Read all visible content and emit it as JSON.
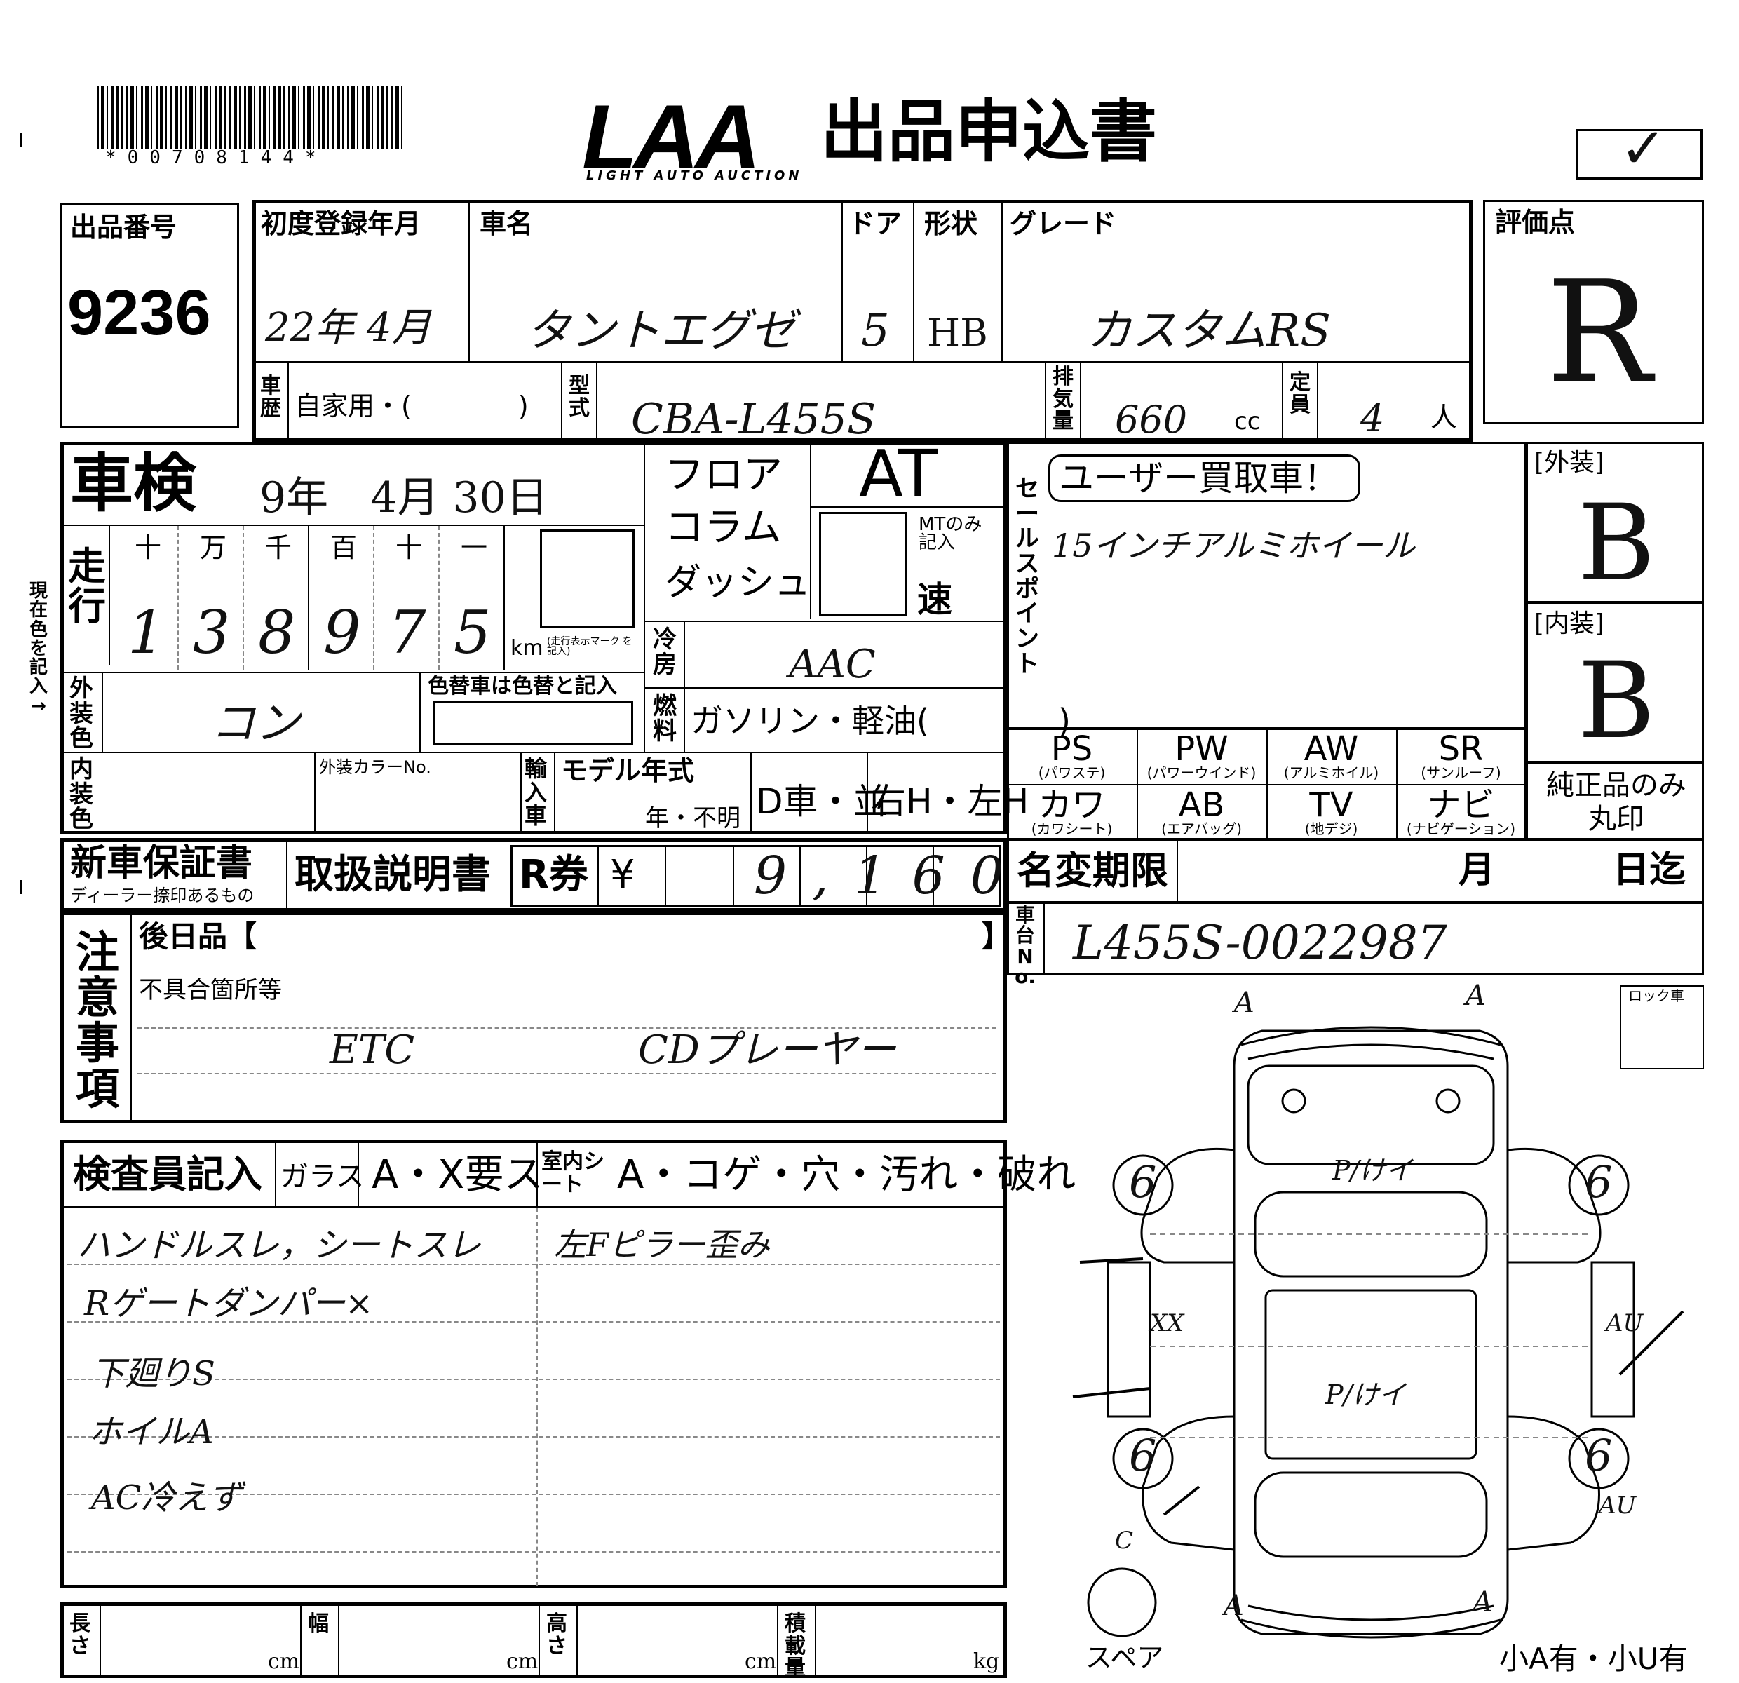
{
  "header": {
    "barcode_number": "*00708144*",
    "logo_text": "LAA",
    "logo_subtitle": "LIGHT AUTO AUCTION",
    "form_title": "出品申込書",
    "check_mark": "✓"
  },
  "lot": {
    "label": "出品番号",
    "value": "9236"
  },
  "vehicle": {
    "first_reg_label": "初度登録年月",
    "first_reg_value": "22年 4月",
    "name_label": "車名",
    "name_value": "タントエグゼ",
    "door_label": "ドア",
    "door_value": "5",
    "shape_label": "形状",
    "shape_value": "HB",
    "grade_label": "グレード",
    "grade_value": "カスタムRS",
    "history_label": "車歴",
    "history_value": "自家用・(　　　　)",
    "model_label": "型式",
    "model_value": "CBA-L455S",
    "displacement_label": "排気量",
    "displacement_value": "660",
    "displacement_unit": "cc",
    "capacity_label": "定員",
    "capacity_value": "4",
    "capacity_unit": "人"
  },
  "score": {
    "label": "評価点",
    "value": "R"
  },
  "shaken": {
    "label": "車検",
    "value": "9年　4月 30日"
  },
  "mileage": {
    "label": "走行",
    "digit_headers": [
      "十",
      "万",
      "千",
      "百",
      "十",
      "一"
    ],
    "digits": [
      "1",
      "3",
      "8",
      "9",
      "7",
      "5"
    ],
    "unit": "km",
    "note": "(走行表示マーク を記入)"
  },
  "shift": {
    "options": [
      "フロア",
      "コラム",
      "ダッシュ"
    ],
    "type": "AT",
    "mt_note": "MTのみ 記入",
    "speed_label": "速"
  },
  "ac": {
    "label": "冷房",
    "value": "AAC"
  },
  "fuel": {
    "label": "燃料",
    "value": "ガソリン・軽油(　　　　)"
  },
  "exterior_color": {
    "label": "外装色",
    "value": "コン",
    "change_note": "色替車は色替と記入"
  },
  "interior_color": {
    "label": "内装色",
    "color_no_label": "外装カラーNo."
  },
  "import": {
    "label": "輸入車",
    "model_year_label": "モデル年式",
    "model_year_value": "年・不明",
    "dealer": "D車・並",
    "handle": "右H・左H"
  },
  "docs": {
    "warranty": "新車保証書",
    "warranty_note": "ディーラー捺印あるもの",
    "manual": "取扱説明書",
    "recycle_label": "R券",
    "yen": "¥",
    "recycle_value": "9,160"
  },
  "sales_point": {
    "label": "セールスポイント",
    "banner": "ユーザー買取車！",
    "value": "15インチアルミホイール"
  },
  "exterior": {
    "label": "[外装]",
    "value": "B"
  },
  "interior": {
    "label": "[内装]",
    "value": "B"
  },
  "equipment": [
    {
      "code": "PS",
      "sub": "(パワステ)"
    },
    {
      "code": "PW",
      "sub": "(パワーウインド)"
    },
    {
      "code": "AW",
      "sub": "(アルミホイル)"
    },
    {
      "code": "SR",
      "sub": "(サンルーフ)"
    },
    {
      "code": "カワ",
      "sub": "(カワシート)"
    },
    {
      "code": "AB",
      "sub": "(エアバッグ)"
    },
    {
      "code": "TV",
      "sub": "(地デジ)"
    },
    {
      "code": "ナビ",
      "sub": "(ナビゲーション)"
    }
  ],
  "genuine_note": "純正品のみ 丸印",
  "name_change": {
    "label": "名変期限",
    "month": "月",
    "day": "日迄"
  },
  "chassis": {
    "label": "車台No.",
    "value": "L455S-0022987"
  },
  "notes": {
    "label": "注意事項",
    "later_label": "後日品【",
    "later_close": "】",
    "defects_label": "不具合箇所等",
    "items": [
      "ETC",
      "CDプレーヤー"
    ]
  },
  "inspector": {
    "label": "検査員記入",
    "glass_label": "ガラス",
    "glass_options": "A・X要ス",
    "seat_label": "室内シート",
    "seat_options": "A・コゲ・穴・汚れ・破れ",
    "comments": [
      "ハンドルスレ，シートスレ",
      "Rゲートダンパー×",
      "下廻りS",
      "ホイルA",
      "AC冷えず"
    ],
    "right_comment": "左Fピラー歪み"
  },
  "lock_label": "ロック車",
  "diagram": {
    "marks": [
      "A",
      "A",
      "A",
      "A",
      "A",
      "A"
    ],
    "wheel_marks": [
      "6",
      "6",
      "6",
      "6"
    ],
    "roof_marks": [
      "P/けイ",
      "P/けイ"
    ],
    "side_marks": [
      "XX",
      "AU",
      "AU",
      "C"
    ],
    "spare_label": "スペア",
    "spare_note": "小A有・小U有"
  },
  "dimensions": {
    "length_label": "長さ",
    "width_label": "幅",
    "height_label": "高さ",
    "load_label": "積載量",
    "cm": "cm",
    "kg": "kg"
  },
  "side_note": "現在色を記入→"
}
